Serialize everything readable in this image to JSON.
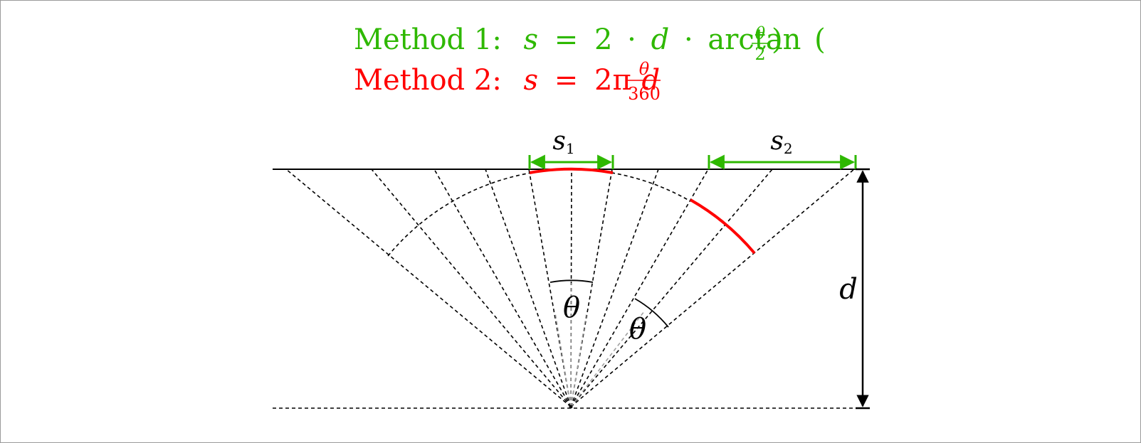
{
  "formulas": {
    "method1": {
      "label": "Method 1:",
      "lhs": "s",
      "eq": "=",
      "coef": "2",
      "dot": "·",
      "d": "d",
      "fn": "arctan",
      "lparen": "(",
      "rparen": ")",
      "numerator": "θ",
      "denominator": "2",
      "color": "#2eb800"
    },
    "method2": {
      "label": "Method 2:",
      "lhs": "s",
      "eq": "=",
      "coef": "2π",
      "d": "d",
      "numerator": "θ",
      "denominator": "360",
      "color": "#ff0000"
    }
  },
  "labels": {
    "s1": "s",
    "s1_sub": "1",
    "s2": "s",
    "s2_sub": "2",
    "d": "d",
    "theta_center": "θ",
    "theta_right": "θ"
  },
  "colors": {
    "arc_highlight": "#ff0000",
    "dimension_arrow": "#2eb800",
    "line": "#000000",
    "guide": "#a0a0a0"
  }
}
